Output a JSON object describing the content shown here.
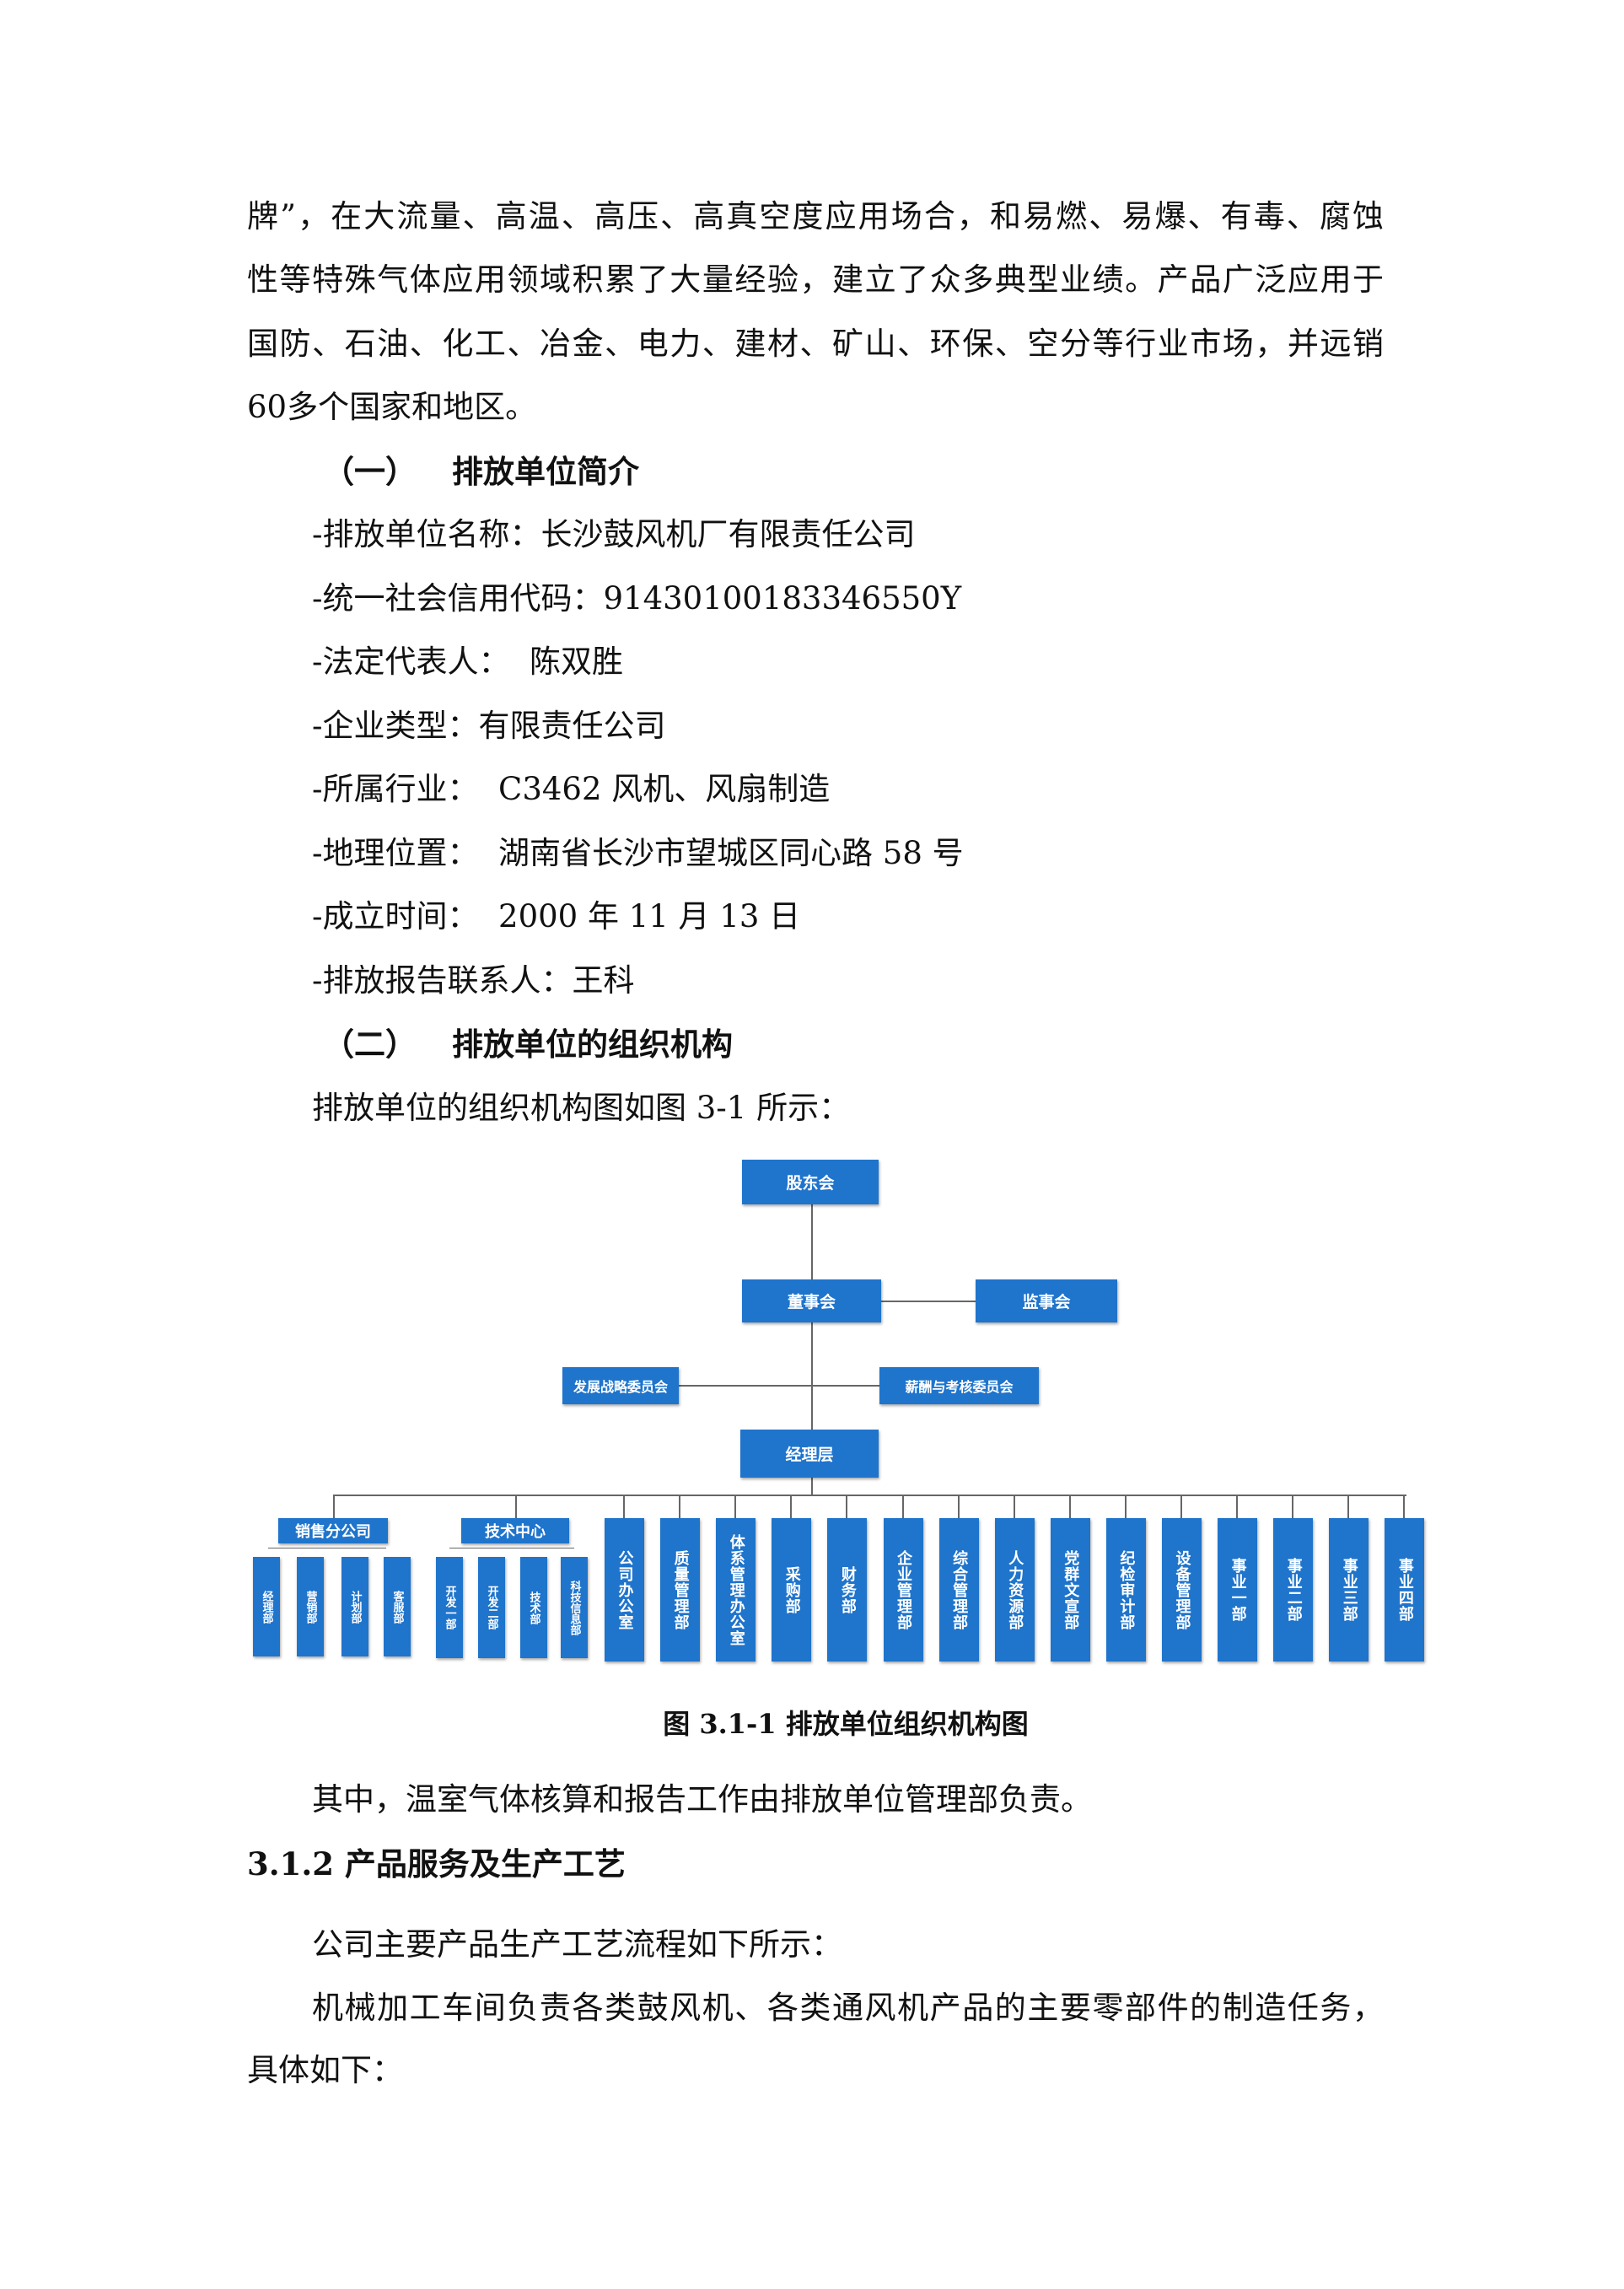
{
  "paragraphs": {
    "p1_l1": "牌”，在大流量、高温、高压、高真空度应用场合，和易燃、易爆、有毒、腐蚀",
    "p1_l2": "性等特殊气体应用领域积累了大量经验，建立了众多典型业绩。产品广泛应用于",
    "p1_l3": "国防、石油、化工、冶金、电力、建材、矿山、环保、空分等行业市场，并远销",
    "p1_l4": "60多个国家和地区。"
  },
  "section1": {
    "heading_num": "（一）",
    "heading": "排放单位简介",
    "items": [
      "-排放单位名称：长沙鼓风机厂有限责任公司",
      "-统一社会信用代码：91430100183346550Y",
      "-法定代表人：  陈双胜",
      "-企业类型：有限责任公司",
      "-所属行业：  C3462 风机、风扇制造",
      "-地理位置：  湖南省长沙市望城区同心路 58 号",
      "-成立时间：  2000 年 11 月 13 日",
      "-排放报告联系人：王科"
    ]
  },
  "section2": {
    "heading_num": "（二）",
    "heading": "排放单位的组织机构",
    "intro": "排放单位的组织机构图如图 3-1 所示："
  },
  "org_chart": {
    "shareholders": "股东会",
    "board": "董事会",
    "supervisors": "监事会",
    "strategy": "发展战略委员会",
    "compensation": "薪酬与考核委员会",
    "management": "经理层",
    "sales_group": {
      "name": "销售分公司",
      "units": [
        "经理部",
        "营销部",
        "计划部",
        "客服部"
      ]
    },
    "tech_group": {
      "name": "技术中心",
      "units": [
        "开发一部",
        "开发二部",
        "技术部",
        "科技信息部"
      ]
    },
    "departments": [
      "公司办公室",
      "质量管理部",
      "体系管理办公室",
      "采购部",
      "财务部",
      "企业管理部",
      "综合管理部",
      "人力资源部",
      "党群文宣部",
      "纪检审计部",
      "设备管理部",
      "事业一部",
      "事业二部",
      "事业三部",
      "事业四部"
    ],
    "box_color": "#1f74cc"
  },
  "caption": "图 3.1-1 排放单位组织机构图",
  "after": {
    "note": "其中，温室气体核算和报告工作由排放单位管理部负责。",
    "heading": "3.1.2 产品服务及生产工艺",
    "p1": "公司主要产品生产工艺流程如下所示：",
    "p2_l1": "机械加工车间负责各类鼓风机、各类通风机产品的主要零部件的制造任务，",
    "p2_l2": "具体如下："
  }
}
